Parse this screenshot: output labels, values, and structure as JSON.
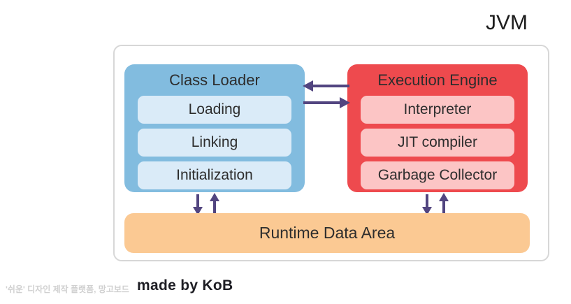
{
  "diagram": {
    "jvm_label": "JVM",
    "class_loader": {
      "title": "Class Loader",
      "items": [
        "Loading",
        "Linking",
        "Initialization"
      ]
    },
    "execution_engine": {
      "title": "Execution Engine",
      "items": [
        "Interpreter",
        "JIT compiler",
        "Garbage Collector"
      ]
    },
    "runtime_data_area": {
      "label": "Runtime Data Area"
    },
    "arrows": {
      "engine_to_loader": "left",
      "loader_to_engine": "right",
      "loader_runtime": "down-up",
      "engine_runtime": "down-up"
    }
  },
  "watermark": {
    "platform_text": "'쉬운' 디자인 제작 플랫폼, 망고보드",
    "credit_text": "made by KoB"
  },
  "colors": {
    "class_loader_bg": "#82bcdf",
    "class_loader_item_bg": "#daebf8",
    "execution_engine_bg": "#ee4a4e",
    "execution_engine_item_bg": "#fcc5c5",
    "runtime_data_area_bg": "#fbc993",
    "arrow": "#524580",
    "frame_border": "#d7d7d7",
    "text": "#2d2d2d"
  }
}
